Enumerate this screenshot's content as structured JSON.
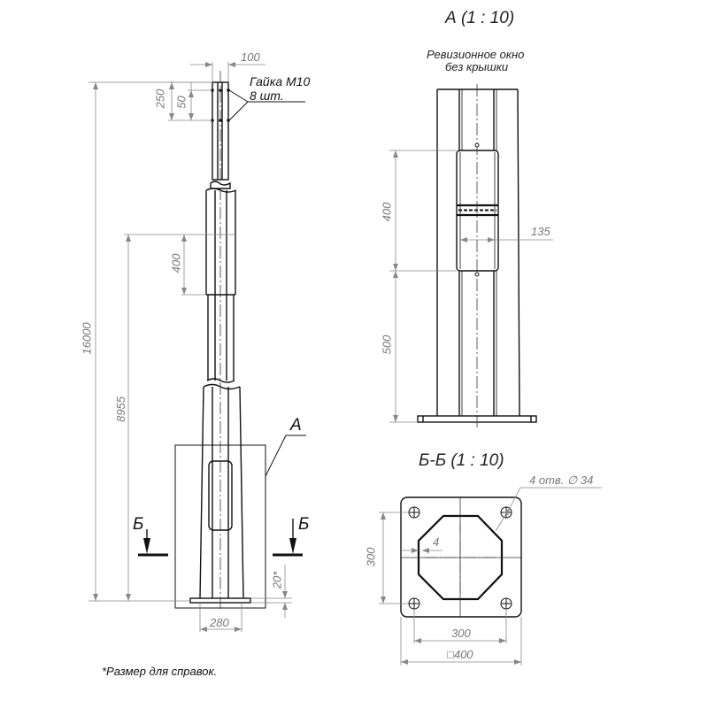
{
  "main_view": {
    "dims": {
      "total_height": "16000",
      "window_height_ref": "8955",
      "top_width": "100",
      "top_250": "250",
      "top_50": "50",
      "joint_overlap": "400",
      "base_width": "280",
      "section_offset": "20*"
    },
    "nut_callout": {
      "line1": "Гайка М10",
      "line2": "8 шт."
    },
    "detail_marker": "А",
    "section_mark_left": "Б",
    "section_mark_right": "Б"
  },
  "detail_a": {
    "title": "А (1 : 10)",
    "note_line1": "Ревизионное окно",
    "note_line2": "без крышки",
    "dims": {
      "window_height": "400",
      "window_width": "135",
      "window_bottom_offset": "500"
    }
  },
  "section_bb": {
    "title": "Б-Б (1 : 10)",
    "holes_callout": "4 отв. ∅ 34",
    "dims": {
      "hole_spacing_v": "300",
      "hole_spacing_h": "300",
      "plate_size": "□400",
      "wall_thickness": "4"
    }
  },
  "footnote": "*Размер для справок."
}
